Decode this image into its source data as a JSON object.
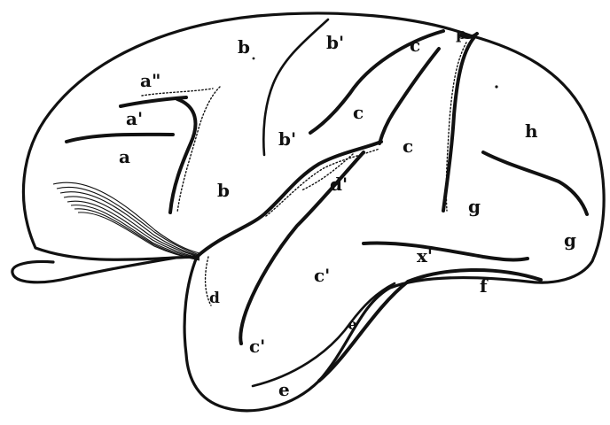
{
  "figure": {
    "labels": {
      "a": "a",
      "a_prime": "a'",
      "a_double_prime": "a\"",
      "b_top": "b",
      "b_prime_top": "b'",
      "b_prime_mid": "b'",
      "b_mid": "b",
      "c_top": "c",
      "c_mid": "c",
      "c_right": "c",
      "p": "p",
      "h": "h",
      "d_prime": "d'",
      "d_left": "d",
      "c_prime_mid": "c'",
      "c_prime_low": "c'",
      "g_mid": "g",
      "g_right": "g",
      "x_prime": "x'",
      "f": "f",
      "e_low": "e",
      "e_mid": "e"
    }
  }
}
